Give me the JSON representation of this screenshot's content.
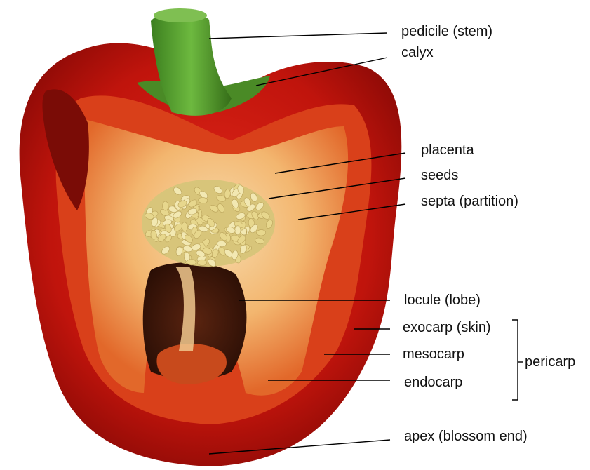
{
  "labels": {
    "stem": "pedicile (stem)",
    "calyx": "calyx",
    "placenta": "placenta",
    "seeds": "seeds",
    "septa": "septa (partition)",
    "locule": "locule (lobe)",
    "exocarp": "exocarp (skin)",
    "mesocarp": "mesocarp",
    "endocarp": "endocarp",
    "pericarp": "pericarp",
    "apex": "apex (blossom end)"
  },
  "colors": {
    "pericarp_red": "#c0140c",
    "dark_red": "#8c0a06",
    "flesh_orange": "#e86a2a",
    "septa_cream": "#f6d9a8",
    "seed_cream": "#efe3a4",
    "stem_green": "#4f9a2c",
    "cavity_dark": "#3a1408",
    "line": "#000000"
  }
}
